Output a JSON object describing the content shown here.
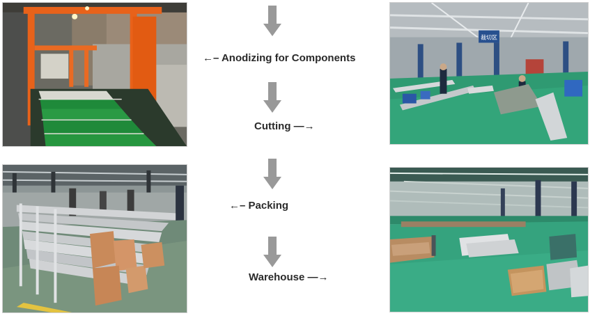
{
  "steps": [
    {
      "label": "←– Anodizing for Components"
    },
    {
      "label": "Cutting —→"
    },
    {
      "label": "←– Packing"
    },
    {
      "label": "Warehouse —→"
    }
  ],
  "photos": {
    "cutting_sign": "裁切区"
  },
  "colors": {
    "arrow": "#999999",
    "text": "#2a2a2a",
    "anodizing_frame": "#e8621a",
    "tank_green": "#1f8a3a",
    "factory_floor": "#2f9a72"
  }
}
